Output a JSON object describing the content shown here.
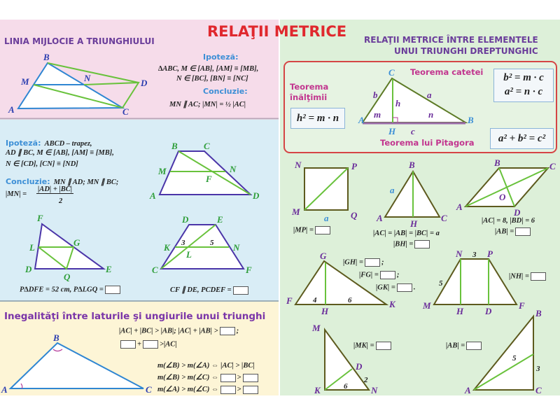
{
  "title": "RELAŢII METRICE",
  "colors": {
    "title": "#e0282e",
    "heading": "#6a3d9a",
    "pink_bg": "#f6dcea",
    "blue_bg": "#d9edf6",
    "yellow_bg": "#fdf5d6",
    "green_bg": "#ddf0d9",
    "accent_pink": "#c2368f",
    "accent_blue": "#3d8fd6"
  },
  "midline_triangle": {
    "heading": "LINIA MIJLOCIE A TRIUNGHIULUI",
    "hyp_label": "Ipoteză:",
    "hyp_lines": [
      "∆ABC, M ∈ [AB], [AM] ≡ [MB],",
      "N ∈ [BC], [BN] ≡ [NC]"
    ],
    "concl_label": "Concluzie:",
    "concl_text": "MN ∥ AC;  |MN| = ½ |AC|",
    "labels": [
      "A",
      "B",
      "C",
      "M",
      "N",
      "D"
    ]
  },
  "midline_trapezoid": {
    "hyp_label": "Ipoteză:",
    "hyp_first": "ABCD – trapez,",
    "hyp_lines": [
      "AD ∥ BC, M ∈ [AB], [AM] ≡ [MB],",
      "N ∈ [CD], [CN] ≡ [ND]"
    ],
    "concl_label": "Concluzie:",
    "concl_text": "MN ∥ AD; MN ∥ BC;",
    "formula_lhs": "|MN| =",
    "formula_num": "|AD| + |BC|",
    "formula_den": "2",
    "labels": [
      "A",
      "B",
      "C",
      "D",
      "M",
      "N",
      "F"
    ],
    "tri_labels": [
      "F",
      "L",
      "G",
      "D",
      "E",
      "Q"
    ],
    "tri_task": "P∆DFE = 52 cm, P∆LGQ =",
    "trap_labels": [
      "D",
      "E",
      "K",
      "N",
      "L",
      "C",
      "F",
      "3",
      "5"
    ],
    "trap_task": "CF ∥ DE, PCDEF ="
  },
  "inequalities": {
    "heading": "Inegalităţi între laturile şi ungiurile unui triunghi",
    "labels": [
      "A",
      "B",
      "C"
    ],
    "line1": "|AC| + |BC| > |AB|; |AC| + |AB| >",
    "line1_end": ";",
    "line2_op": "+",
    "line2_end": ">|AC|",
    "angle1": "m(∠B) > m(∠A) ⇔ |AC| > |BC|",
    "angle2": "m(∠B) > m(∠C) ⇔",
    "angle3": "m(∠A) > m(∠C) ⇔",
    "gt": ">"
  },
  "right_triangle": {
    "heading_line1": "RELAŢII METRICE ÎNTRE ELEMENTELE",
    "heading_line2": "UNUI TRIUNGHI DREPTUNGHIC",
    "theorem_height": [
      "Teorema",
      "înălţimii"
    ],
    "theorem_leg": "Teorema catetei",
    "theorem_pythagoras": "Teorema lui Pitagora",
    "formula_height": "h² = m · n",
    "formula_leg1": "b² = m · c",
    "formula_leg2": "a² = n · c",
    "formula_pythagoras": "a² + b² = c²",
    "labels": [
      "A",
      "B",
      "C",
      "H",
      "a",
      "b",
      "c",
      "h",
      "m",
      "n"
    ]
  },
  "exercises": {
    "square": {
      "labels": [
        "N",
        "P",
        "M",
        "Q",
        "a"
      ],
      "task": "|MP| ="
    },
    "equilateral": {
      "labels": [
        "B",
        "A",
        "C",
        "H",
        "a"
      ],
      "given": "|AC| = |AB| = |BC| = a",
      "task": "|BH| ="
    },
    "rhombus": {
      "labels": [
        "B",
        "C",
        "A",
        "D",
        "O"
      ],
      "given": "|AC| = 8, |BD| = 6",
      "task": "|AB| ="
    },
    "triangle_fgk": {
      "labels": [
        "G",
        "F",
        "H",
        "K",
        "4",
        "6"
      ],
      "tasks": [
        "|GH| =",
        "|FG| =",
        "|GK| ="
      ],
      "seps": [
        ";",
        ";",
        "."
      ]
    },
    "trapezoid_mnpf": {
      "labels": [
        "N",
        "P",
        "M",
        "H",
        "D",
        "F",
        "3",
        "5"
      ],
      "task": "|NH| ="
    },
    "triangle_mkn": {
      "labels": [
        "M",
        "K",
        "N",
        "D",
        "6",
        "2"
      ],
      "task": "|MK| ="
    },
    "triangle_abc": {
      "labels": [
        "B",
        "A",
        "C",
        "5",
        "3"
      ],
      "task": "|AB| ="
    }
  }
}
